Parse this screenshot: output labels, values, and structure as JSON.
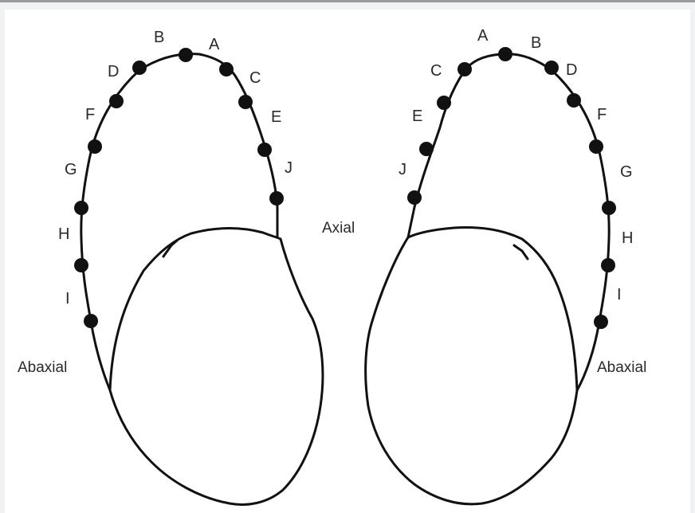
{
  "labels": {
    "axial": "Axial",
    "abaxial_left": "Abaxial",
    "abaxial_right": "Abaxial"
  },
  "left_points": [
    "B",
    "A",
    "D",
    "C",
    "F",
    "E",
    "G",
    "J",
    "H",
    "I"
  ],
  "right_points": [
    "A",
    "B",
    "C",
    "D",
    "E",
    "F",
    "J",
    "G",
    "H",
    "I"
  ]
}
